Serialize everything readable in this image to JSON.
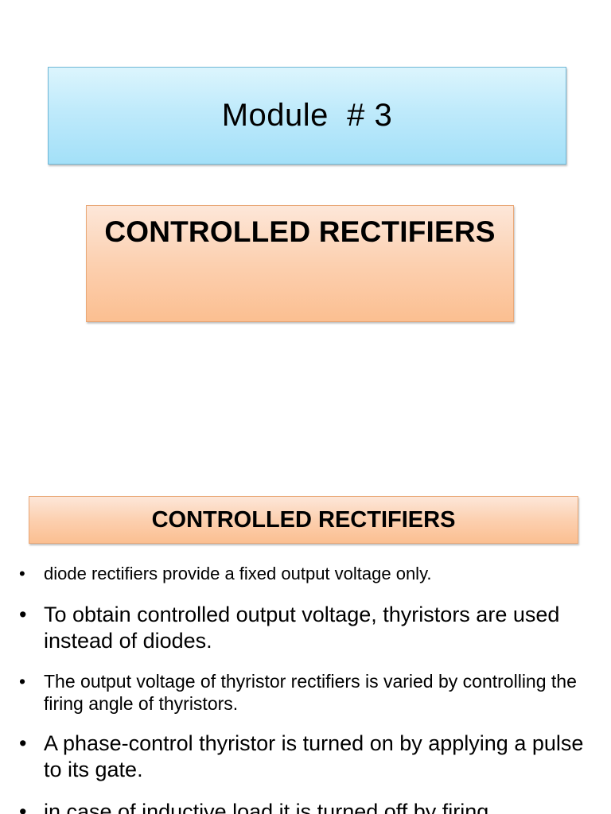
{
  "module_title": "Module  # 3",
  "title_box": {
    "text": "CONTROLLED RECTIFIERS"
  },
  "section_header": {
    "text": "CONTROLLED RECTIFIERS"
  },
  "bullet_symbol": "•",
  "bullets": [
    "diode rectifiers provide a fixed output voltage only.",
    "To obtain controlled output voltage, thyristors are used instead of diodes.",
    "The output voltage of thyristor rectifiers is varied by controlling the firing angle of thyristors.",
    "A phase-control thyristor is turned on by applying a pulse to its gate.",
    "in case of inductive load it is turned off by firing"
  ],
  "colors": {
    "module_box_fill": "#bfeafb",
    "module_box_border": "#6fb7d6",
    "title_box_fill": "#fcd0b0",
    "title_box_border": "#e9a877"
  }
}
